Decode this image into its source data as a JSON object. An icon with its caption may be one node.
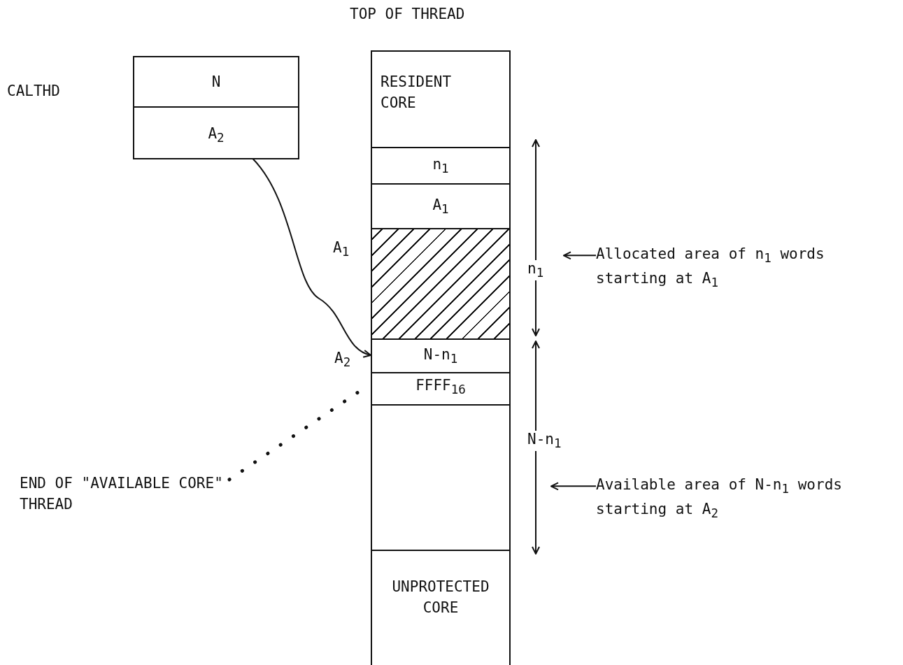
{
  "diagram": {
    "nodes": [
      {
        "text": [],
        "shape": "box"
      },
      {
        "text": [
          "N"
        ],
        "in": 0
      },
      {
        "text": [
          "A$_{2}$"
        ],
        "in": 0
      },
      {
        "text": [],
        "shape": "box"
      },
      {
        "text": [
          "RESIDENT CORE"
        ],
        "in": 3
      },
      {
        "text": [
          "n$_{1}$"
        ],
        "in": 3
      },
      {
        "text": [
          "A$_{1}$"
        ],
        "in": 3
      },
      {
        "text": [],
        "shape": "box",
        "in": 3,
        "beside": [
          "A$_{1}$"
        ]
      },
      {
        "text": [
          "N-n$_{1}$"
        ],
        "in": 3,
        "beside": [
          "A$_{2}$"
        ]
      },
      {
        "text": [
          "FFFF$_{16}$"
        ],
        "in": 3
      },
      {
        "text": [],
        "shape": "box",
        "in": 3
      },
      {
        "text": [
          "UNPROTECTED CORE"
        ],
        "in": 3
      },
      {
        "text": [
          "END OF \"AVAILABLE CORE\" THREAD"
        ]
      },
      {
        "text": [
          "Allocated area of n$_{1}$ words starting at A$_{1}$"
        ]
      },
      {
        "text": [
          "Available area of N-n$_{1}$ words starting at A$_{2}$"
        ]
      }
    ],
    "edges": [
      {
        "from": 2,
        "to": 8,
        "arrow": "to"
      },
      {
        "from": 12,
        "to": 9,
        "arrow": "none",
        "style": "dashed"
      },
      {
        "from": 13,
        "to": null,
        "arrow": "to"
      },
      {
        "from": 14,
        "to": null,
        "arrow": "to"
      }
    ],
    "labels": [
      "TOP OF THREAD",
      "CALTHD",
      "n$_{1}$",
      "N-n$_{1}$"
    ]
  }
}
